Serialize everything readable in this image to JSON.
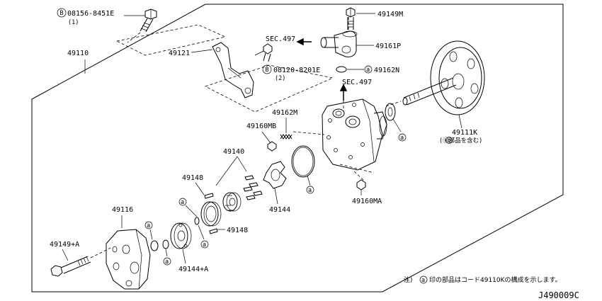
{
  "labels": {
    "p08156": "08156-8451E",
    "p08156_qty": "(1)",
    "p49110": "49110",
    "p49121": "49121",
    "sec497_top": "SEC.497",
    "p08120": "08120-8201E",
    "p08120_qty": "(2)",
    "p49149m": "49149M",
    "p49161p": "49161P",
    "p49162n": "49162N",
    "sec497_mid": "SEC.497",
    "p49162m": "49162M",
    "p49160mb": "49160MB",
    "p49140": "49140",
    "p49148_top": "49148",
    "p49148_bottom": "49148",
    "p49144": "49144",
    "p49160ma": "49160MA",
    "p49116": "49116",
    "p49149a": "49149+A",
    "p49144a": "49144+A",
    "p49111k": "49111K",
    "p49111k_note": "(ⓑ部品を含む)"
  },
  "markers": {
    "b": "B",
    "a": "a",
    "b_small": "b"
  },
  "note": {
    "prefix": "注)",
    "text": "印の部品はコード49110Kの構成を示します。"
  },
  "diagram_code": "J490009C"
}
